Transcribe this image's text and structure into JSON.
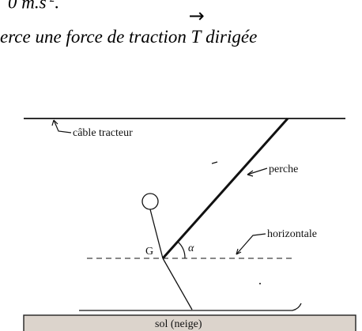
{
  "text": {
    "line1_main": "0 m.s",
    "line1_exp": "-2",
    "line1_end": ".",
    "line2_before": "erce une force de traction ",
    "line2_vector": "T",
    "line2_after": " dirigée"
  },
  "labels": {
    "cable": "câble tracteur",
    "perche": "perche",
    "horizontale": "horizontale",
    "g_point": "G",
    "alpha": "α",
    "sol": "sol (neige)"
  },
  "colors": {
    "ink": "#111111",
    "ground_fill": "#dcd4cc",
    "ground_stroke": "#222222"
  }
}
